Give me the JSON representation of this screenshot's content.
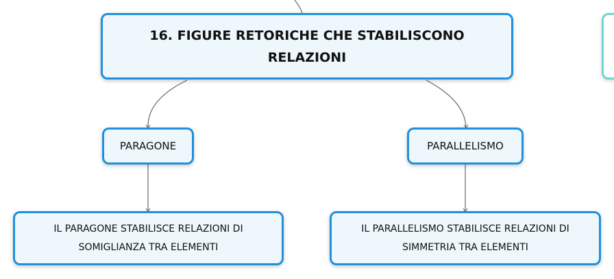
{
  "mindmap": {
    "root": {
      "title": "16. FIGURE RETORICHE CHE STABILISCONO RELAZIONI"
    },
    "branches": [
      {
        "label": "PARAGONE",
        "detail": "IL PARAGONE STABILISCE RELAZIONI DI SOMIGLIANZA TRA ELEMENTI"
      },
      {
        "label": "PARALLELISMO",
        "detail": "IL PARALLELISMO STABILISCE RELAZIONI DI SIMMETRIA TRA ELEMENTI"
      }
    ]
  },
  "colors": {
    "node_border": "#1e90dd",
    "node_fill": "#eef7fc",
    "connector": "#666666",
    "adjacent_node_border": "#6fd6d6"
  }
}
